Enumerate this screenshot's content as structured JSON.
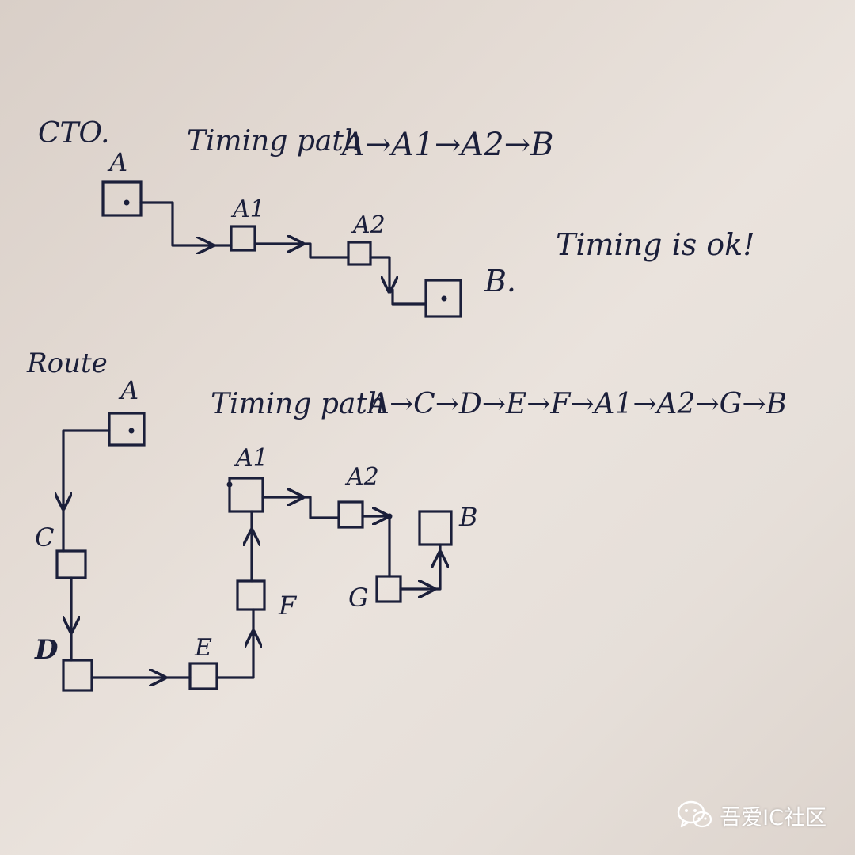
{
  "cto": {
    "heading": "CTO.",
    "timing_label": "Timing path",
    "timing_sequence": "A→A1→A2→B",
    "status": "Timing is ok!",
    "nodes": {
      "a": "A",
      "a1": "A1",
      "a2": "A2",
      "b": "B."
    }
  },
  "route": {
    "heading": "Route",
    "timing_label": "Timing path",
    "timing_sequence": "A→C→D→E→F→A1→A2→G→B",
    "nodes": {
      "a": "A",
      "c": "C",
      "d": "D",
      "e": "E",
      "f": "F",
      "a1": "A1",
      "a2": "A2",
      "g": "G",
      "b": "B"
    }
  },
  "watermark": {
    "text": "吾爱IC社区",
    "icon": "wechat-icon"
  },
  "colors": {
    "ink": "#1b1f3a",
    "paper": "#e6dfd9"
  }
}
